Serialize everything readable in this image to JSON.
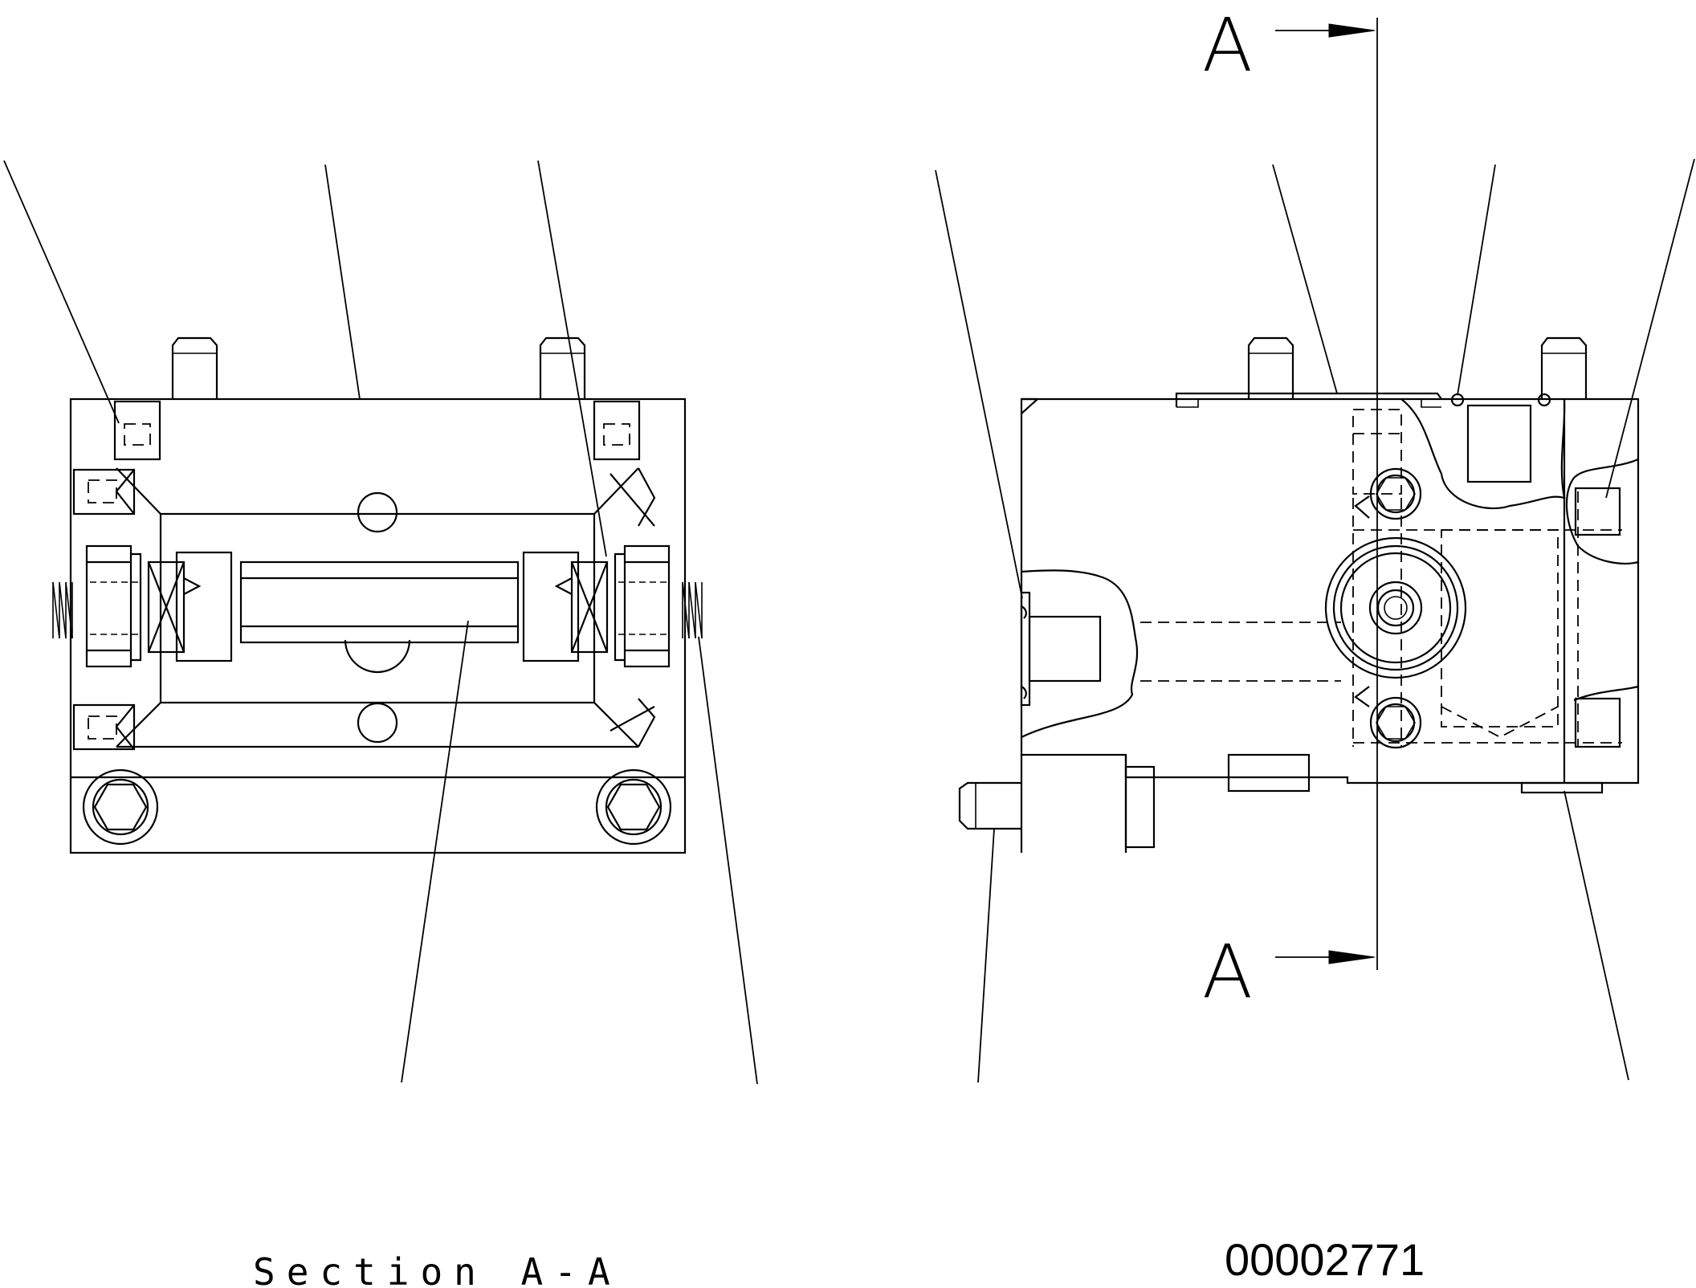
{
  "section_marker_top": "A",
  "section_marker_bottom": "A",
  "section_caption": "Section A-A",
  "drawing_number": "00002771"
}
